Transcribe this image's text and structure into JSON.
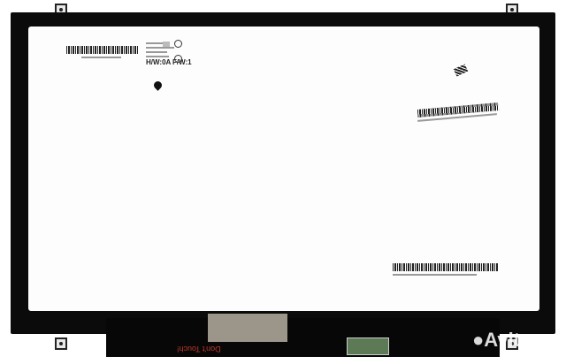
{
  "label": {
    "hw": "H/W:0A",
    "fw": "F/W:1"
  },
  "bottom_strip": {
    "warning": "Don't Touch!"
  },
  "watermark": {
    "text": "Avito"
  },
  "colors": {
    "bezel": "#0b0b0b",
    "panel": "#fdfdfd",
    "warning": "#c0392b",
    "connector": "#5b7a55"
  },
  "icons": [
    "location-pin-icon",
    "ul-mark-icon",
    "recycle-mark-icon"
  ]
}
